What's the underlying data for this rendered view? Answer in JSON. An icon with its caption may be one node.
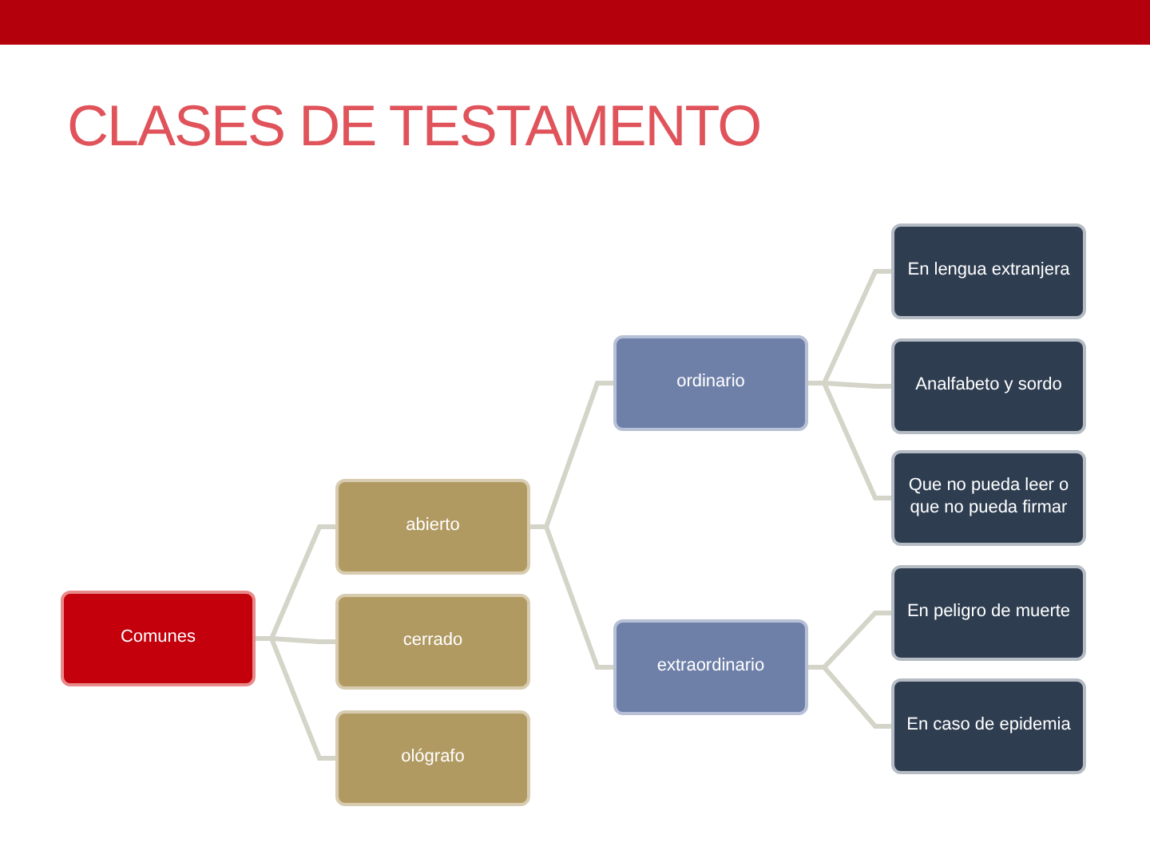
{
  "diagram": {
    "title": "CLASES DE TESTAMENTO",
    "nodes": [
      {
        "text": [
          "Comunes"
        ]
      },
      {
        "text": [
          "abierto"
        ]
      },
      {
        "text": [
          "cerrado"
        ]
      },
      {
        "text": [
          "ológrafo"
        ]
      },
      {
        "text": [
          "ordinario"
        ]
      },
      {
        "text": [
          "extraordinario"
        ]
      },
      {
        "text": [
          "En lengua extranjera"
        ]
      },
      {
        "text": [
          "Analfabeto y sordo"
        ]
      },
      {
        "text": [
          "Que no pueda leer o que no pueda firmar"
        ]
      },
      {
        "text": [
          "En peligro de muerte"
        ]
      },
      {
        "text": [
          "En caso de epidemia"
        ]
      }
    ],
    "edges": [
      {
        "from": 0,
        "to": 1,
        "arrow": "none"
      },
      {
        "from": 0,
        "to": 2,
        "arrow": "none"
      },
      {
        "from": 0,
        "to": 3,
        "arrow": "none"
      },
      {
        "from": 1,
        "to": 4,
        "arrow": "none"
      },
      {
        "from": 1,
        "to": 5,
        "arrow": "none"
      },
      {
        "from": 4,
        "to": 6,
        "arrow": "none"
      },
      {
        "from": 4,
        "to": 7,
        "arrow": "none"
      },
      {
        "from": 4,
        "to": 8,
        "arrow": "none"
      },
      {
        "from": 5,
        "to": 9,
        "arrow": "none"
      },
      {
        "from": 5,
        "to": 10,
        "arrow": "none"
      }
    ]
  }
}
